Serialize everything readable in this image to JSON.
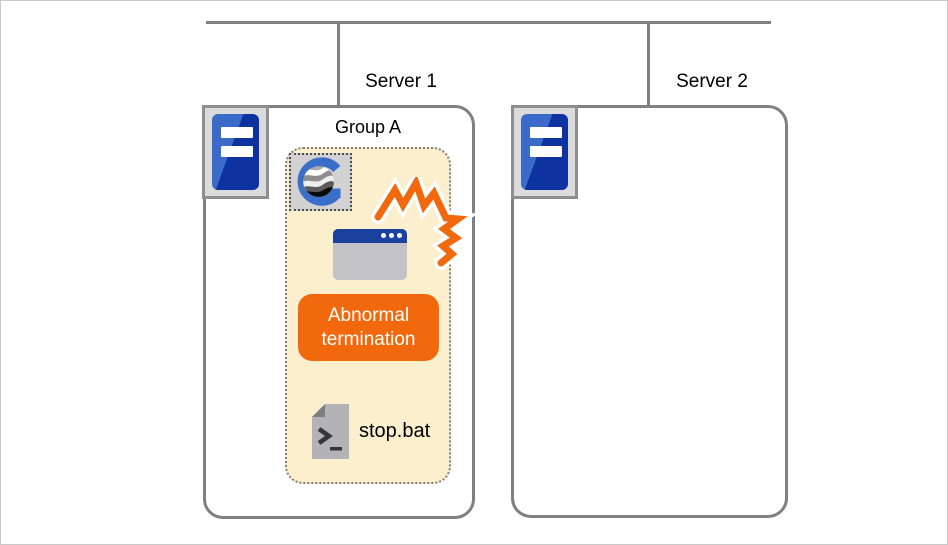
{
  "colors": {
    "line-gray": "#808080",
    "cream": "#FCEFCD",
    "orange": "#F2690D",
    "title-blue": "#1A419E",
    "window-gray": "#C3C3C7",
    "tower-blue-light": "#3A6BC8",
    "tower-blue-dark": "#0E33A0",
    "logo-blue": "#3B6EC9"
  },
  "network": {
    "servers": [
      {
        "label": "Server 1"
      },
      {
        "label": "Server 2"
      }
    ]
  },
  "server1": {
    "group": {
      "label": "Group A",
      "app_logo_icon": "g-application-logo",
      "window_icon": "application-window",
      "crash_icon": "crash-burst",
      "badge": {
        "label": "Abnormal termination",
        "color": "#F2690D"
      },
      "script": {
        "label": "stop.bat",
        "icon": "batch-file"
      }
    }
  }
}
